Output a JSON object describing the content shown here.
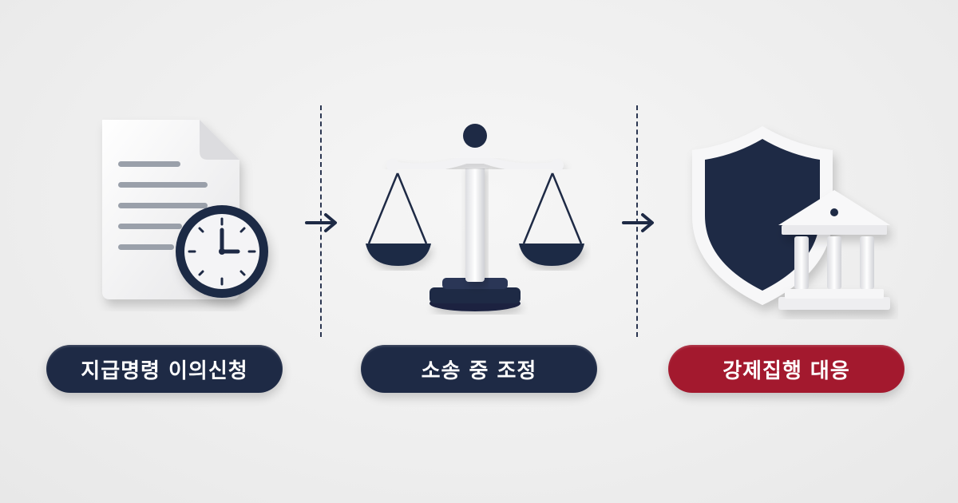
{
  "stages": [
    {
      "label": "지급명령 이의신청",
      "icon": "document-clock-icon",
      "color": "#1e2a45"
    },
    {
      "label": "소송 중 조정",
      "icon": "scales-icon",
      "color": "#1e2a45"
    },
    {
      "label": "강제집행 대응",
      "icon": "shield-bank-icon",
      "color": "#a3192e"
    }
  ]
}
